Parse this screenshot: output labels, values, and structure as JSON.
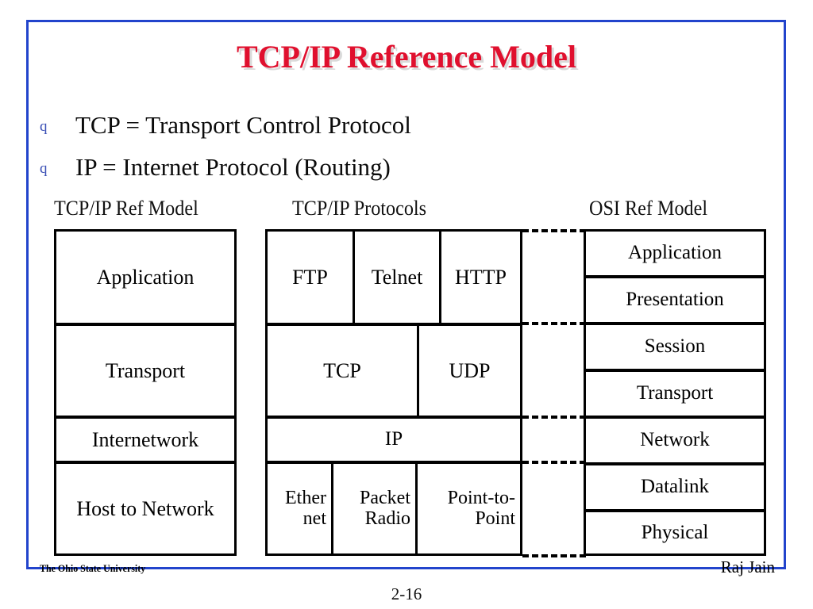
{
  "slide": {
    "title": "TCP/IP Reference Model",
    "title_color": "#E0102E",
    "border_color": "#2244CC",
    "page_number": "2-16"
  },
  "bullets": [
    {
      "marker": "q",
      "text": "TCP = Transport Control Protocol"
    },
    {
      "marker": "q",
      "text": "IP = Internet Protocol (Routing)"
    }
  ],
  "headers": [
    {
      "label": "TCP/IP Ref Model"
    },
    {
      "label": "TCP/IP Protocols"
    },
    {
      "label": "OSI Ref Model"
    }
  ],
  "tcpip_ref_model": [
    {
      "label": "Application"
    },
    {
      "label": "Transport"
    },
    {
      "label": "Internetwork"
    },
    {
      "label": "Host to Network"
    }
  ],
  "tcpip_protocols": {
    "application_row": [
      {
        "label": "FTP"
      },
      {
        "label": "Telnet"
      },
      {
        "label": "HTTP"
      }
    ],
    "transport_row": [
      {
        "label": "TCP"
      },
      {
        "label": "UDP"
      }
    ],
    "internet_row": [
      {
        "label": "IP"
      }
    ],
    "link_row": [
      {
        "label": "Ether net"
      },
      {
        "label": "Packet Radio"
      },
      {
        "label": "Point-to- Point"
      }
    ]
  },
  "osi_ref_model": [
    {
      "label": "Application"
    },
    {
      "label": "Presentation"
    },
    {
      "label": "Session"
    },
    {
      "label": "Transport"
    },
    {
      "label": "Network"
    },
    {
      "label": "Datalink"
    },
    {
      "label": "Physical"
    }
  ],
  "footer": {
    "left": "The Ohio State University",
    "right": "Raj Jain"
  }
}
